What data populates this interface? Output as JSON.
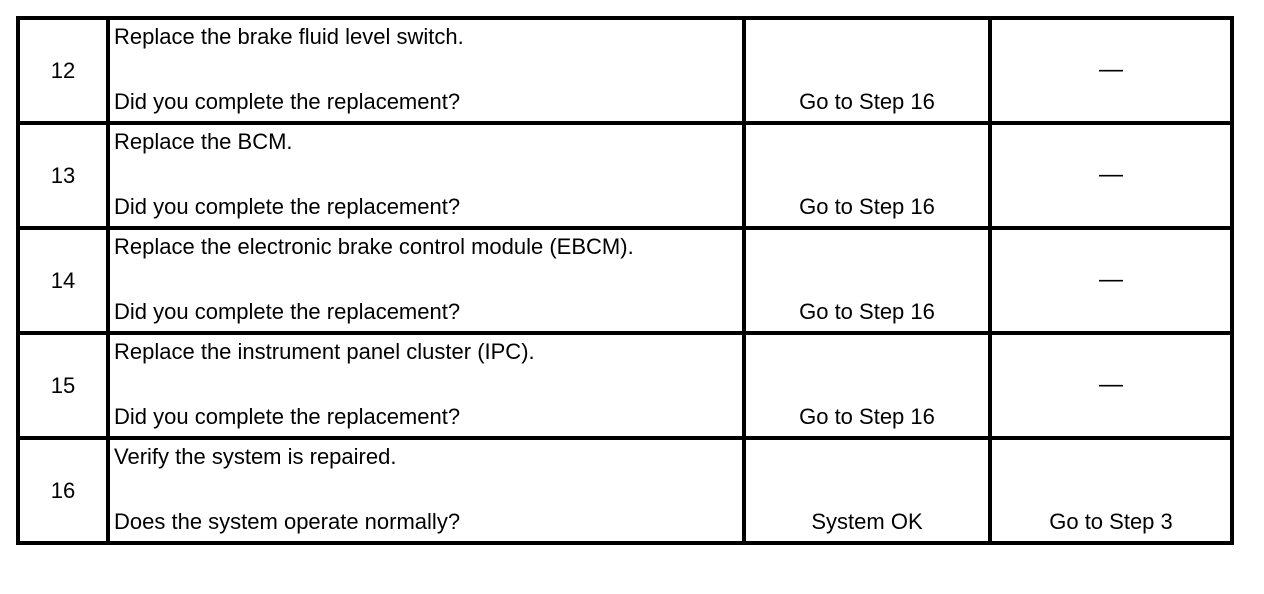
{
  "rows": [
    {
      "step": "12",
      "action": "Replace the brake fluid level switch.",
      "question": "Did you complete the replacement?",
      "yes": "Go to Step 16",
      "no": "—"
    },
    {
      "step": "13",
      "action": "Replace the BCM.",
      "question": "Did you complete the replacement?",
      "yes": "Go to Step 16",
      "no": "—"
    },
    {
      "step": "14",
      "action": "Replace the electronic brake control module (EBCM).",
      "question": "Did you complete the replacement?",
      "yes": "Go to Step 16",
      "no": "—"
    },
    {
      "step": "15",
      "action": "Replace the instrument panel cluster (IPC).",
      "question": "Did you complete the replacement?",
      "yes": "Go to Step 16",
      "no": "—"
    },
    {
      "step": "16",
      "action": "Verify the system is repaired.",
      "question": "Does the system operate normally?",
      "yes": "System OK",
      "no": "Go to Step 3"
    }
  ]
}
